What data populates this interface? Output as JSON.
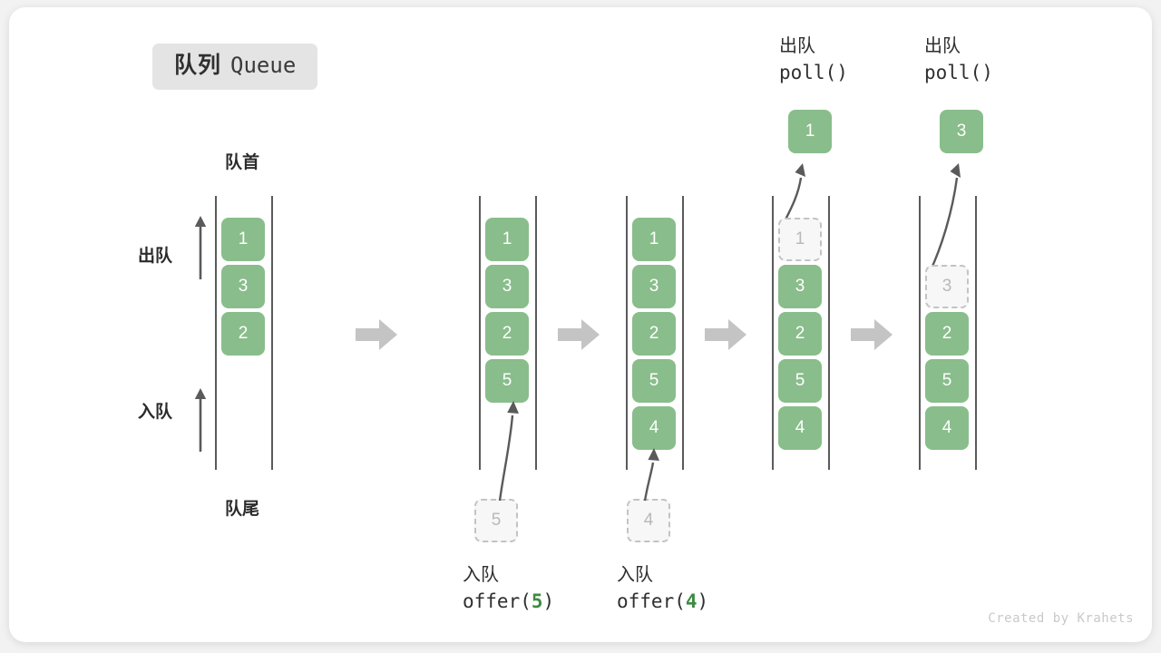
{
  "title": {
    "cn": "队列",
    "en": "Queue"
  },
  "axis_labels": {
    "head": "队首",
    "tail": "队尾",
    "dequeue": "出队",
    "enqueue": "入队"
  },
  "colors": {
    "element_fill": "#89bd8b",
    "element_text": "#ffffff",
    "ghost_fill": "#f7f7f7",
    "ghost_border": "#c3c3c3",
    "ghost_text": "#b9b9b9",
    "rail": "#5a5a5a",
    "step_arrow": "#c4c4c4",
    "motion_arrow": "#5a5a5a",
    "badge_bg": "#e4e4e4",
    "code_accent": "#3d8b40",
    "card_bg": "#ffffff",
    "page_bg": "#f2f2f2"
  },
  "steps": [
    {
      "id": "initial",
      "boxes": [
        {
          "value": "1",
          "ghost": false
        },
        {
          "value": "3",
          "ghost": false
        },
        {
          "value": "2",
          "ghost": false
        }
      ],
      "incoming": null,
      "outgoing": null,
      "caption": null
    },
    {
      "id": "offer-5",
      "boxes": [
        {
          "value": "1",
          "ghost": false
        },
        {
          "value": "3",
          "ghost": false
        },
        {
          "value": "2",
          "ghost": false
        },
        {
          "value": "5",
          "ghost": false
        }
      ],
      "incoming": {
        "value": "5"
      },
      "outgoing": null,
      "caption": {
        "cn": "入队",
        "fn": "offer(",
        "num": "5",
        "fn_close": ")"
      }
    },
    {
      "id": "offer-4",
      "boxes": [
        {
          "value": "1",
          "ghost": false
        },
        {
          "value": "3",
          "ghost": false
        },
        {
          "value": "2",
          "ghost": false
        },
        {
          "value": "5",
          "ghost": false
        },
        {
          "value": "4",
          "ghost": false
        }
      ],
      "incoming": {
        "value": "4"
      },
      "outgoing": null,
      "caption": {
        "cn": "入队",
        "fn": "offer(",
        "num": "4",
        "fn_close": ")"
      }
    },
    {
      "id": "poll-1",
      "boxes": [
        {
          "value": "1",
          "ghost": true
        },
        {
          "value": "3",
          "ghost": false
        },
        {
          "value": "2",
          "ghost": false
        },
        {
          "value": "5",
          "ghost": false
        },
        {
          "value": "4",
          "ghost": false
        }
      ],
      "incoming": null,
      "outgoing": {
        "value": "1"
      },
      "caption": {
        "cn": "出队",
        "fn": "poll()"
      }
    },
    {
      "id": "poll-3",
      "boxes": [
        {
          "value": "",
          "ghost": false,
          "empty": true
        },
        {
          "value": "3",
          "ghost": true
        },
        {
          "value": "2",
          "ghost": false
        },
        {
          "value": "5",
          "ghost": false
        },
        {
          "value": "4",
          "ghost": false
        }
      ],
      "incoming": null,
      "outgoing": {
        "value": "3"
      },
      "caption": {
        "cn": "出队",
        "fn": "poll()"
      }
    }
  ],
  "credit": "Created by Krahets"
}
